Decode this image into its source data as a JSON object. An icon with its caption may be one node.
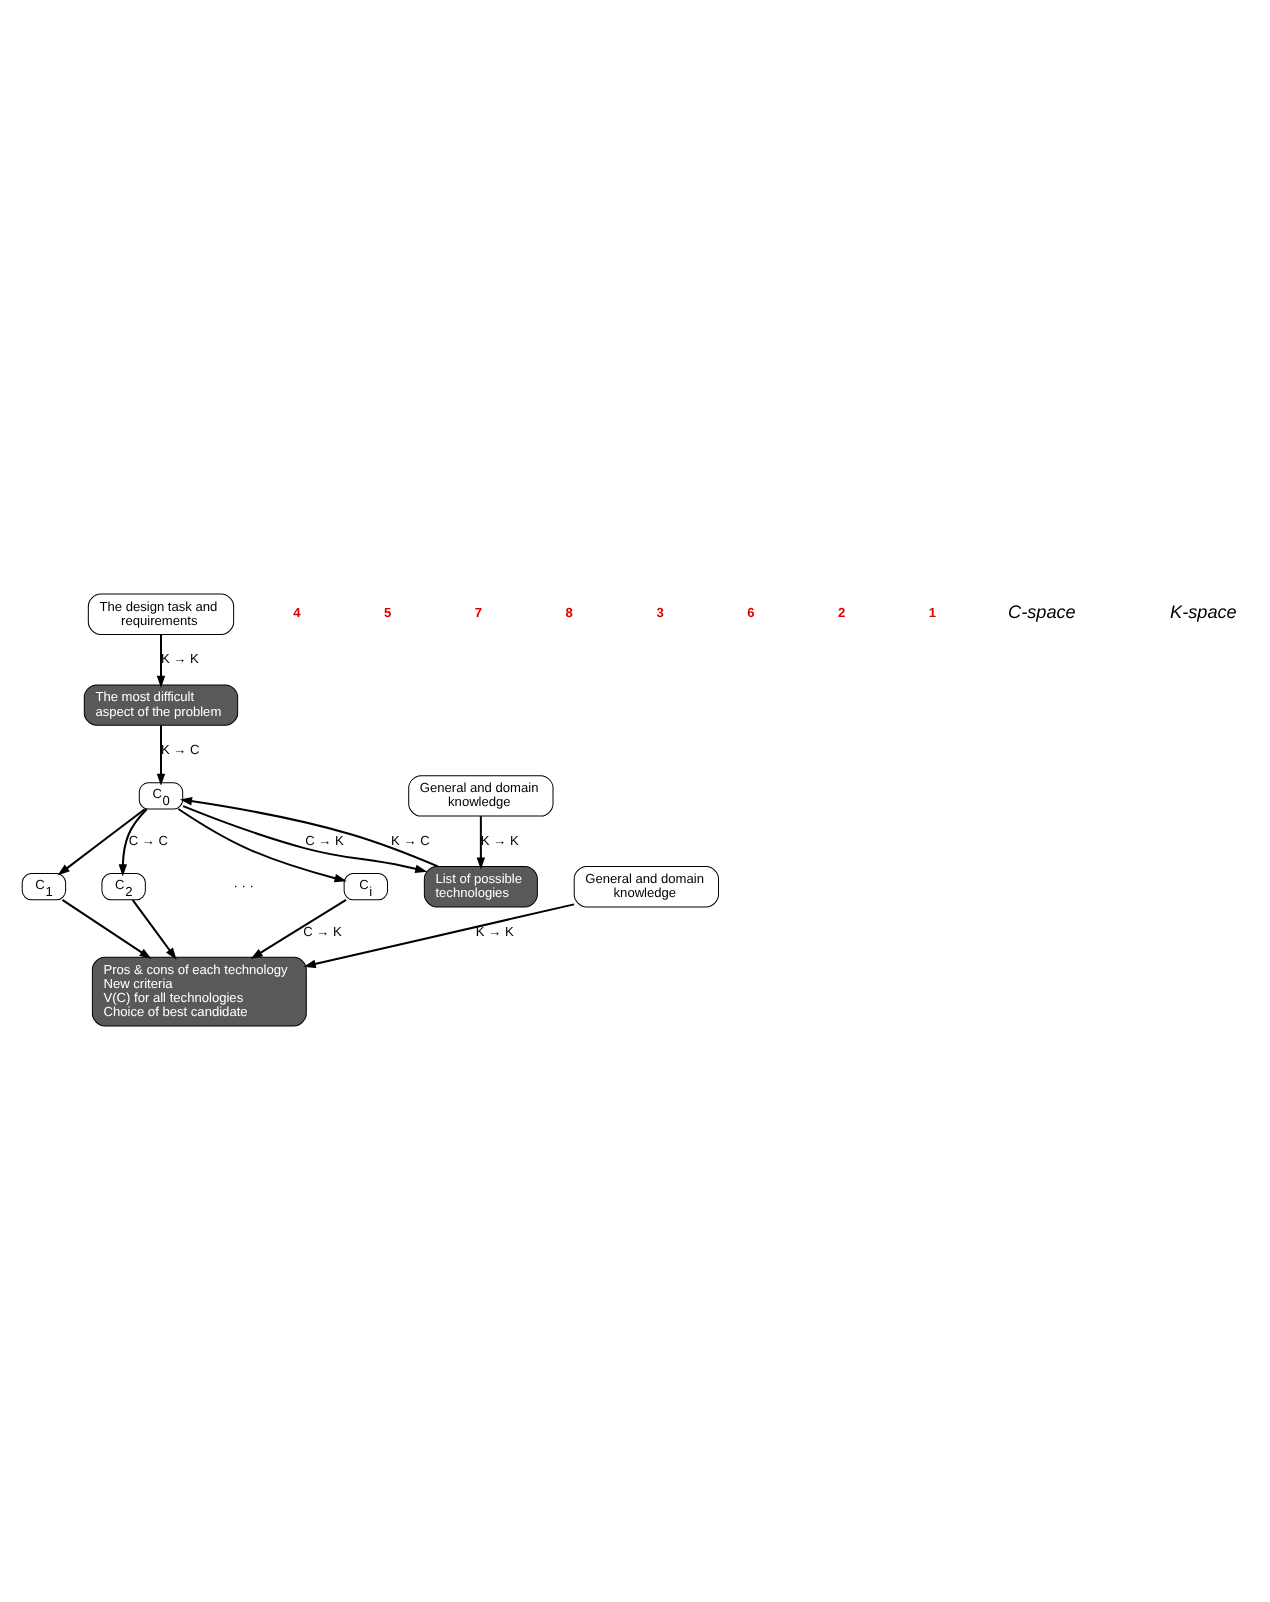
{
  "diagram": {
    "nodes": [
      {
        "text": [
          "The design task and requirements"
        ]
      },
      {
        "text": [
          "The most difficult aspect of the problem"
        ]
      },
      {
        "text": [
          "C$_{0}$"
        ]
      },
      {
        "text": [
          "General and domain knowledge"
        ]
      },
      {
        "text": [
          "List of possible technologies"
        ]
      },
      {
        "text": [
          "C$_{1}$"
        ]
      },
      {
        "text": [
          "C$_{2}$"
        ]
      },
      {
        "text": [
          "C$_{i}$"
        ]
      },
      {
        "text": [
          "General and domain knowledge"
        ]
      },
      {
        "text": [
          "Pros & cons of each technology",
          "New criteria",
          "V(C) for all technologies",
          "Choice of best candidate"
        ]
      }
    ],
    "edges": [
      {
        "from": 0,
        "to": 1,
        "arrow": "to",
        "label": "K → K"
      },
      {
        "from": 1,
        "to": 2,
        "arrow": "to",
        "label": "K → C"
      },
      {
        "from": 2,
        "to": 4,
        "arrow": "to",
        "label": "C → K"
      },
      {
        "from": 3,
        "to": 4,
        "arrow": "to",
        "label": "K → K"
      },
      {
        "from": 4,
        "to": 2,
        "arrow": "to",
        "label": "K → C"
      },
      {
        "from": 2,
        "to": 5,
        "arrow": "to"
      },
      {
        "from": 2,
        "to": 6,
        "arrow": "to",
        "label": "C → C"
      },
      {
        "from": 2,
        "to": 7,
        "arrow": "to"
      },
      {
        "from": 5,
        "to": 9,
        "arrow": "to"
      },
      {
        "from": 6,
        "to": 9,
        "arrow": "to"
      },
      {
        "from": 7,
        "to": 9,
        "arrow": "to",
        "label": "C → K"
      },
      {
        "from": 8,
        "to": 9,
        "arrow": "to",
        "label": "K → K"
      }
    ],
    "labels": [
      "C-space",
      "K-space",
      "1",
      "2",
      "3",
      "4",
      "5",
      "6",
      "7",
      "8",
      "· · ·"
    ]
  }
}
